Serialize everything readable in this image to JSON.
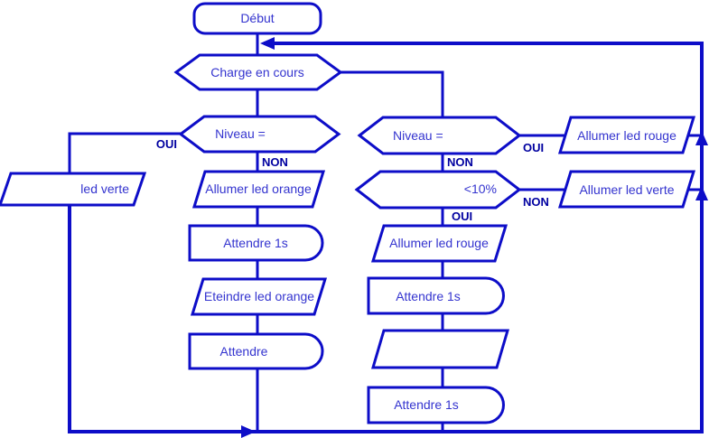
{
  "flowchart": {
    "title": "LED charge-level flowchart",
    "colors": {
      "outline": "#0d0dc8",
      "node_text": "#3434cf",
      "branch_label": "#0000a0",
      "background": "#ffffff"
    },
    "nodes": {
      "start": {
        "type": "terminator",
        "label": "Début"
      },
      "charge_en_cours": {
        "type": "decision-hex",
        "label": "Charge en cours"
      },
      "niveau_left": {
        "type": "decision-hex",
        "label": "Niveau ="
      },
      "led_verte": {
        "type": "io-parallelogram",
        "label": "led verte"
      },
      "allumer_led_orange": {
        "type": "io-parallelogram",
        "label": "Allumer led orange"
      },
      "attendre_1s_left": {
        "type": "delay",
        "label": "Attendre 1s"
      },
      "eteindre_led_orange": {
        "type": "io-parallelogram",
        "label": "Eteindre led orange"
      },
      "attendre": {
        "type": "delay",
        "label": "Attendre"
      },
      "niveau_right": {
        "type": "decision-hex",
        "label": "Niveau ="
      },
      "moins_10_pct": {
        "type": "decision-hex",
        "label": "<10%"
      },
      "allumer_led_rouge_right": {
        "type": "io-parallelogram",
        "label": "Allumer led rouge"
      },
      "allumer_led_verte_right": {
        "type": "io-parallelogram",
        "label": "Allumer led verte"
      },
      "allumer_led_rouge_bottom": {
        "type": "io-parallelogram",
        "label": "Allumer led rouge"
      },
      "attendre_1s_right_1": {
        "type": "delay",
        "label": "Attendre 1s"
      },
      "io_vide": {
        "type": "io-parallelogram",
        "label": ""
      },
      "attendre_1s_right_2": {
        "type": "delay",
        "label": "Attendre 1s"
      }
    },
    "branch_labels": {
      "niveau_left_oui": "OUI",
      "niveau_left_non": "NON",
      "niveau_right_oui": "OUI",
      "niveau_right_non": "NON",
      "moins_10_non": "NON",
      "moins_10_oui": "OUI"
    }
  }
}
